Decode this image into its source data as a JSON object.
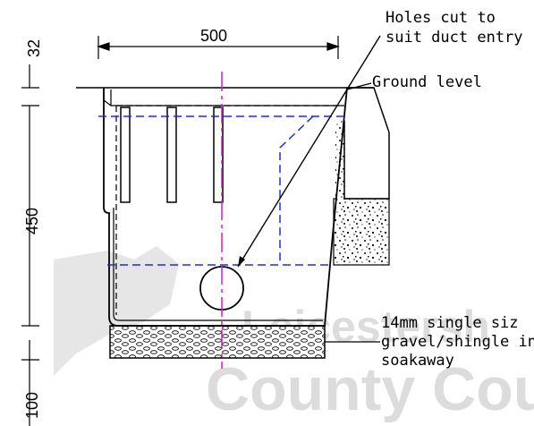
{
  "labels": {
    "holes_line1": "Holes cut to",
    "holes_line2": "suit duct entry",
    "ground_level": "Ground level",
    "gravel_line1": "14mm single siz",
    "gravel_line2": "gravel/shingle in",
    "gravel_line3": "soakaway"
  },
  "dimensions": {
    "width": "500",
    "top": "32",
    "height": "450",
    "base": "100"
  },
  "watermark": {
    "line1": "Leicestersh",
    "line2": "County Cou"
  },
  "colors": {
    "outline": "#000000",
    "hidden_lines": "#1f2fd6",
    "centerline": "#cc22cc",
    "watermark": "#dcdcdc"
  }
}
